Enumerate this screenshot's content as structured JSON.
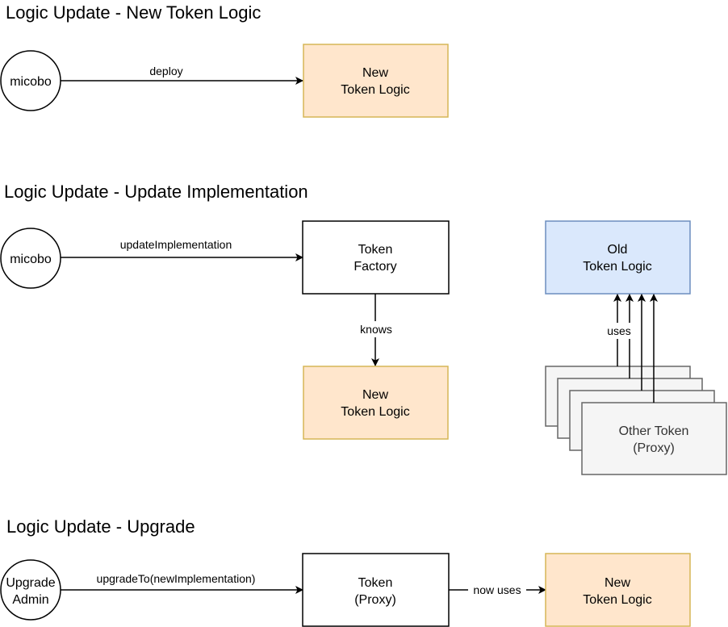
{
  "colors": {
    "orange_fill": "#ffe6cc",
    "orange_stroke": "#d6b656",
    "blue_fill": "#dae8fc",
    "blue_stroke": "#6c8ebf",
    "gray_fill": "#f5f5f5",
    "gray_stroke": "#666666",
    "gray_text": "#333333"
  },
  "sections": [
    {
      "title": "Logic Update - New Token Logic",
      "actor": [
        "micobo"
      ],
      "edge_label": "deploy",
      "target": [
        "New",
        "Token Logic"
      ]
    },
    {
      "title": "Logic Update - Update Implementation",
      "actor": [
        "micobo"
      ],
      "edge_label": "updateImplementation",
      "target": [
        "Token",
        "Factory"
      ],
      "knows_label": "knows",
      "known": [
        "New",
        "Token Logic"
      ],
      "old_logic": [
        "Old",
        "Token Logic"
      ],
      "uses_label": "uses",
      "other_token": [
        "Other Token",
        "(Proxy)"
      ]
    },
    {
      "title": "Logic Update - Upgrade",
      "actor": [
        "Upgrade",
        "Admin"
      ],
      "edge_label": "upgradeTo(newImplementation)",
      "target": [
        "Token",
        "(Proxy)"
      ],
      "now_uses_label": "now uses",
      "new_logic": [
        "New",
        "Token Logic"
      ]
    }
  ]
}
